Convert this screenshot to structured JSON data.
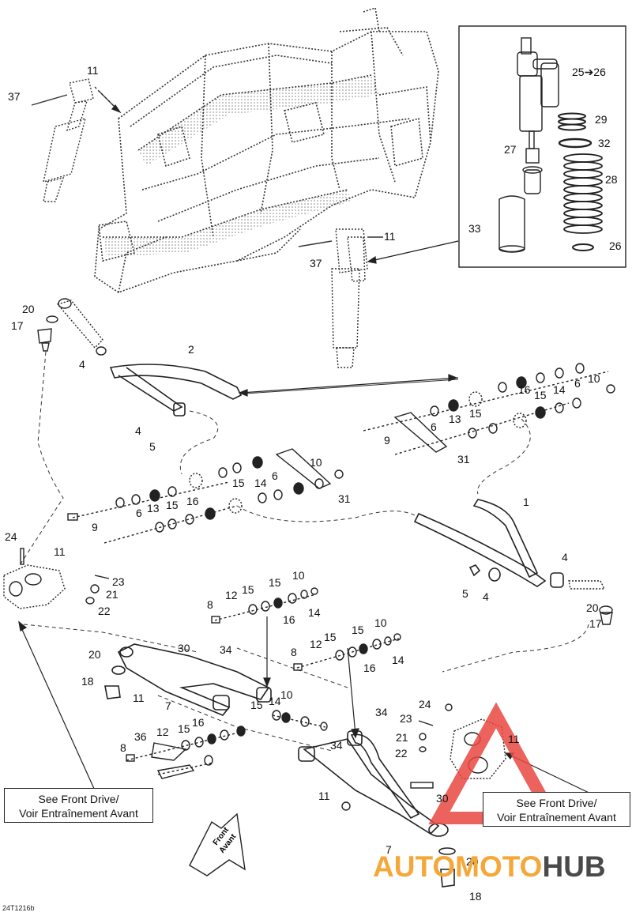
{
  "diagram": {
    "drawing_code": "24T1216b",
    "callouts": [
      {
        "id": "c37a",
        "text": "37"
      },
      {
        "id": "c11a",
        "text": "11"
      },
      {
        "id": "c11b",
        "text": "11"
      },
      {
        "id": "c37b",
        "text": "37"
      },
      {
        "id": "c25",
        "text": "25➔26"
      },
      {
        "id": "c29",
        "text": "29"
      },
      {
        "id": "c27",
        "text": "27"
      },
      {
        "id": "c32",
        "text": "32"
      },
      {
        "id": "c28",
        "text": "28"
      },
      {
        "id": "c33",
        "text": "33"
      },
      {
        "id": "c26",
        "text": "26"
      },
      {
        "id": "c20a",
        "text": "20"
      },
      {
        "id": "c17a",
        "text": "17"
      },
      {
        "id": "c2",
        "text": "2"
      },
      {
        "id": "c4a",
        "text": "4"
      },
      {
        "id": "c4b",
        "text": "4"
      },
      {
        "id": "c5a",
        "text": "5"
      },
      {
        "id": "c10a",
        "text": "10"
      },
      {
        "id": "c6a",
        "text": "6"
      },
      {
        "id": "c14a",
        "text": "14"
      },
      {
        "id": "c16a",
        "text": "16"
      },
      {
        "id": "c15a",
        "text": "15"
      },
      {
        "id": "c13a",
        "text": "13"
      },
      {
        "id": "c15b",
        "text": "15"
      },
      {
        "id": "c9a",
        "text": "9"
      },
      {
        "id": "c6b",
        "text": "6"
      },
      {
        "id": "c31a",
        "text": "31"
      },
      {
        "id": "c10b",
        "text": "10"
      },
      {
        "id": "c6c",
        "text": "6"
      },
      {
        "id": "c15c",
        "text": "15"
      },
      {
        "id": "c14b",
        "text": "14"
      },
      {
        "id": "c31b",
        "text": "31"
      },
      {
        "id": "c13b",
        "text": "13"
      },
      {
        "id": "c15d",
        "text": "15"
      },
      {
        "id": "c16b",
        "text": "16"
      },
      {
        "id": "c6d",
        "text": "6"
      },
      {
        "id": "c9b",
        "text": "9"
      },
      {
        "id": "c1",
        "text": "1"
      },
      {
        "id": "c4c",
        "text": "4"
      },
      {
        "id": "c5b",
        "text": "5"
      },
      {
        "id": "c4d",
        "text": "4"
      },
      {
        "id": "c20b",
        "text": "20"
      },
      {
        "id": "c17b",
        "text": "17"
      },
      {
        "id": "c24a",
        "text": "24"
      },
      {
        "id": "c11c",
        "text": "11"
      },
      {
        "id": "c23a",
        "text": "23"
      },
      {
        "id": "c21a",
        "text": "21"
      },
      {
        "id": "c22a",
        "text": "22"
      },
      {
        "id": "c10c",
        "text": "10"
      },
      {
        "id": "c15e",
        "text": "15"
      },
      {
        "id": "c15f",
        "text": "15"
      },
      {
        "id": "c12a",
        "text": "12"
      },
      {
        "id": "c8a",
        "text": "8"
      },
      {
        "id": "c16c",
        "text": "16"
      },
      {
        "id": "c14c",
        "text": "14"
      },
      {
        "id": "c10d",
        "text": "10"
      },
      {
        "id": "c15g",
        "text": "15"
      },
      {
        "id": "c15h",
        "text": "15"
      },
      {
        "id": "c12b",
        "text": "12"
      },
      {
        "id": "c8b",
        "text": "8"
      },
      {
        "id": "c14d",
        "text": "14"
      },
      {
        "id": "c16d",
        "text": "16"
      },
      {
        "id": "c30a",
        "text": "30"
      },
      {
        "id": "c34a",
        "text": "34"
      },
      {
        "id": "c20c",
        "text": "20"
      },
      {
        "id": "c18a",
        "text": "18"
      },
      {
        "id": "c11d",
        "text": "11"
      },
      {
        "id": "c7a",
        "text": "7"
      },
      {
        "id": "c10e",
        "text": "10"
      },
      {
        "id": "c15i",
        "text": "15"
      },
      {
        "id": "c14e",
        "text": "14"
      },
      {
        "id": "c16e",
        "text": "16"
      },
      {
        "id": "c36",
        "text": "36"
      },
      {
        "id": "c12c",
        "text": "12"
      },
      {
        "id": "c15j",
        "text": "15"
      },
      {
        "id": "c8c",
        "text": "8"
      },
      {
        "id": "c34b",
        "text": "34"
      },
      {
        "id": "c34c",
        "text": "34"
      },
      {
        "id": "c24b",
        "text": "24"
      },
      {
        "id": "c23b",
        "text": "23"
      },
      {
        "id": "c21b",
        "text": "21"
      },
      {
        "id": "c22b",
        "text": "22"
      },
      {
        "id": "c11e",
        "text": "11"
      },
      {
        "id": "c11f",
        "text": "11"
      },
      {
        "id": "c30b",
        "text": "30"
      },
      {
        "id": "c7b",
        "text": "7"
      },
      {
        "id": "c20d",
        "text": "20"
      },
      {
        "id": "c18b",
        "text": "18"
      }
    ],
    "reference_boxes": [
      {
        "id": "left",
        "line1": "See Front Drive/",
        "line2": "Voir Entraînement Avant"
      },
      {
        "id": "right",
        "line1": "See Front Drive/",
        "line2": "Voir Entraînement Avant"
      }
    ],
    "front_arrow": {
      "line1": "Front",
      "line2": "Avant"
    },
    "watermark": {
      "part1": "AUTOMOTO",
      "part2": "HUB",
      "color_red": "#e8483f",
      "color_orange": "#f4a83a",
      "color_gray": "#4a4a4a"
    }
  }
}
